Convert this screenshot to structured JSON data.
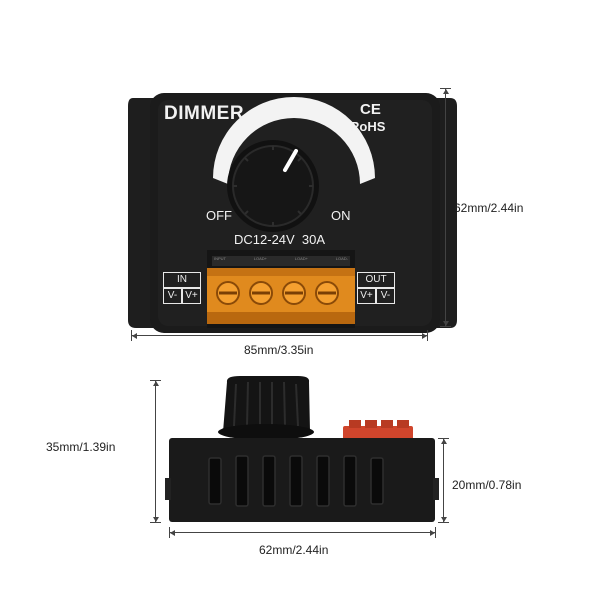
{
  "device": {
    "title": "DIMMER",
    "ce_mark": "CE",
    "rohs_mark": "RoHS",
    "off_label": "OFF",
    "on_label": "ON",
    "rating": "DC12-24V  30A",
    "in_label": "IN",
    "in_terminals": [
      "V-",
      "V+"
    ],
    "out_label": "OUT",
    "out_terminals": [
      "V+",
      "V-"
    ],
    "terminal_markings": [
      "INPUT",
      "LOAD+",
      "LOAD+",
      "LOAD-"
    ]
  },
  "dimensions": {
    "top_width": "85mm/3.35in",
    "top_height": "62mm/2.44in",
    "side_height_total": "35mm/1.39in",
    "side_height_body": "20mm/0.78in",
    "side_width": "62mm/2.44in"
  },
  "colors": {
    "body": "#1b1b1b",
    "terminal_orange": "#e08a1e",
    "terminal_red": "#d0452c",
    "knob_arc": "#ffffff"
  }
}
